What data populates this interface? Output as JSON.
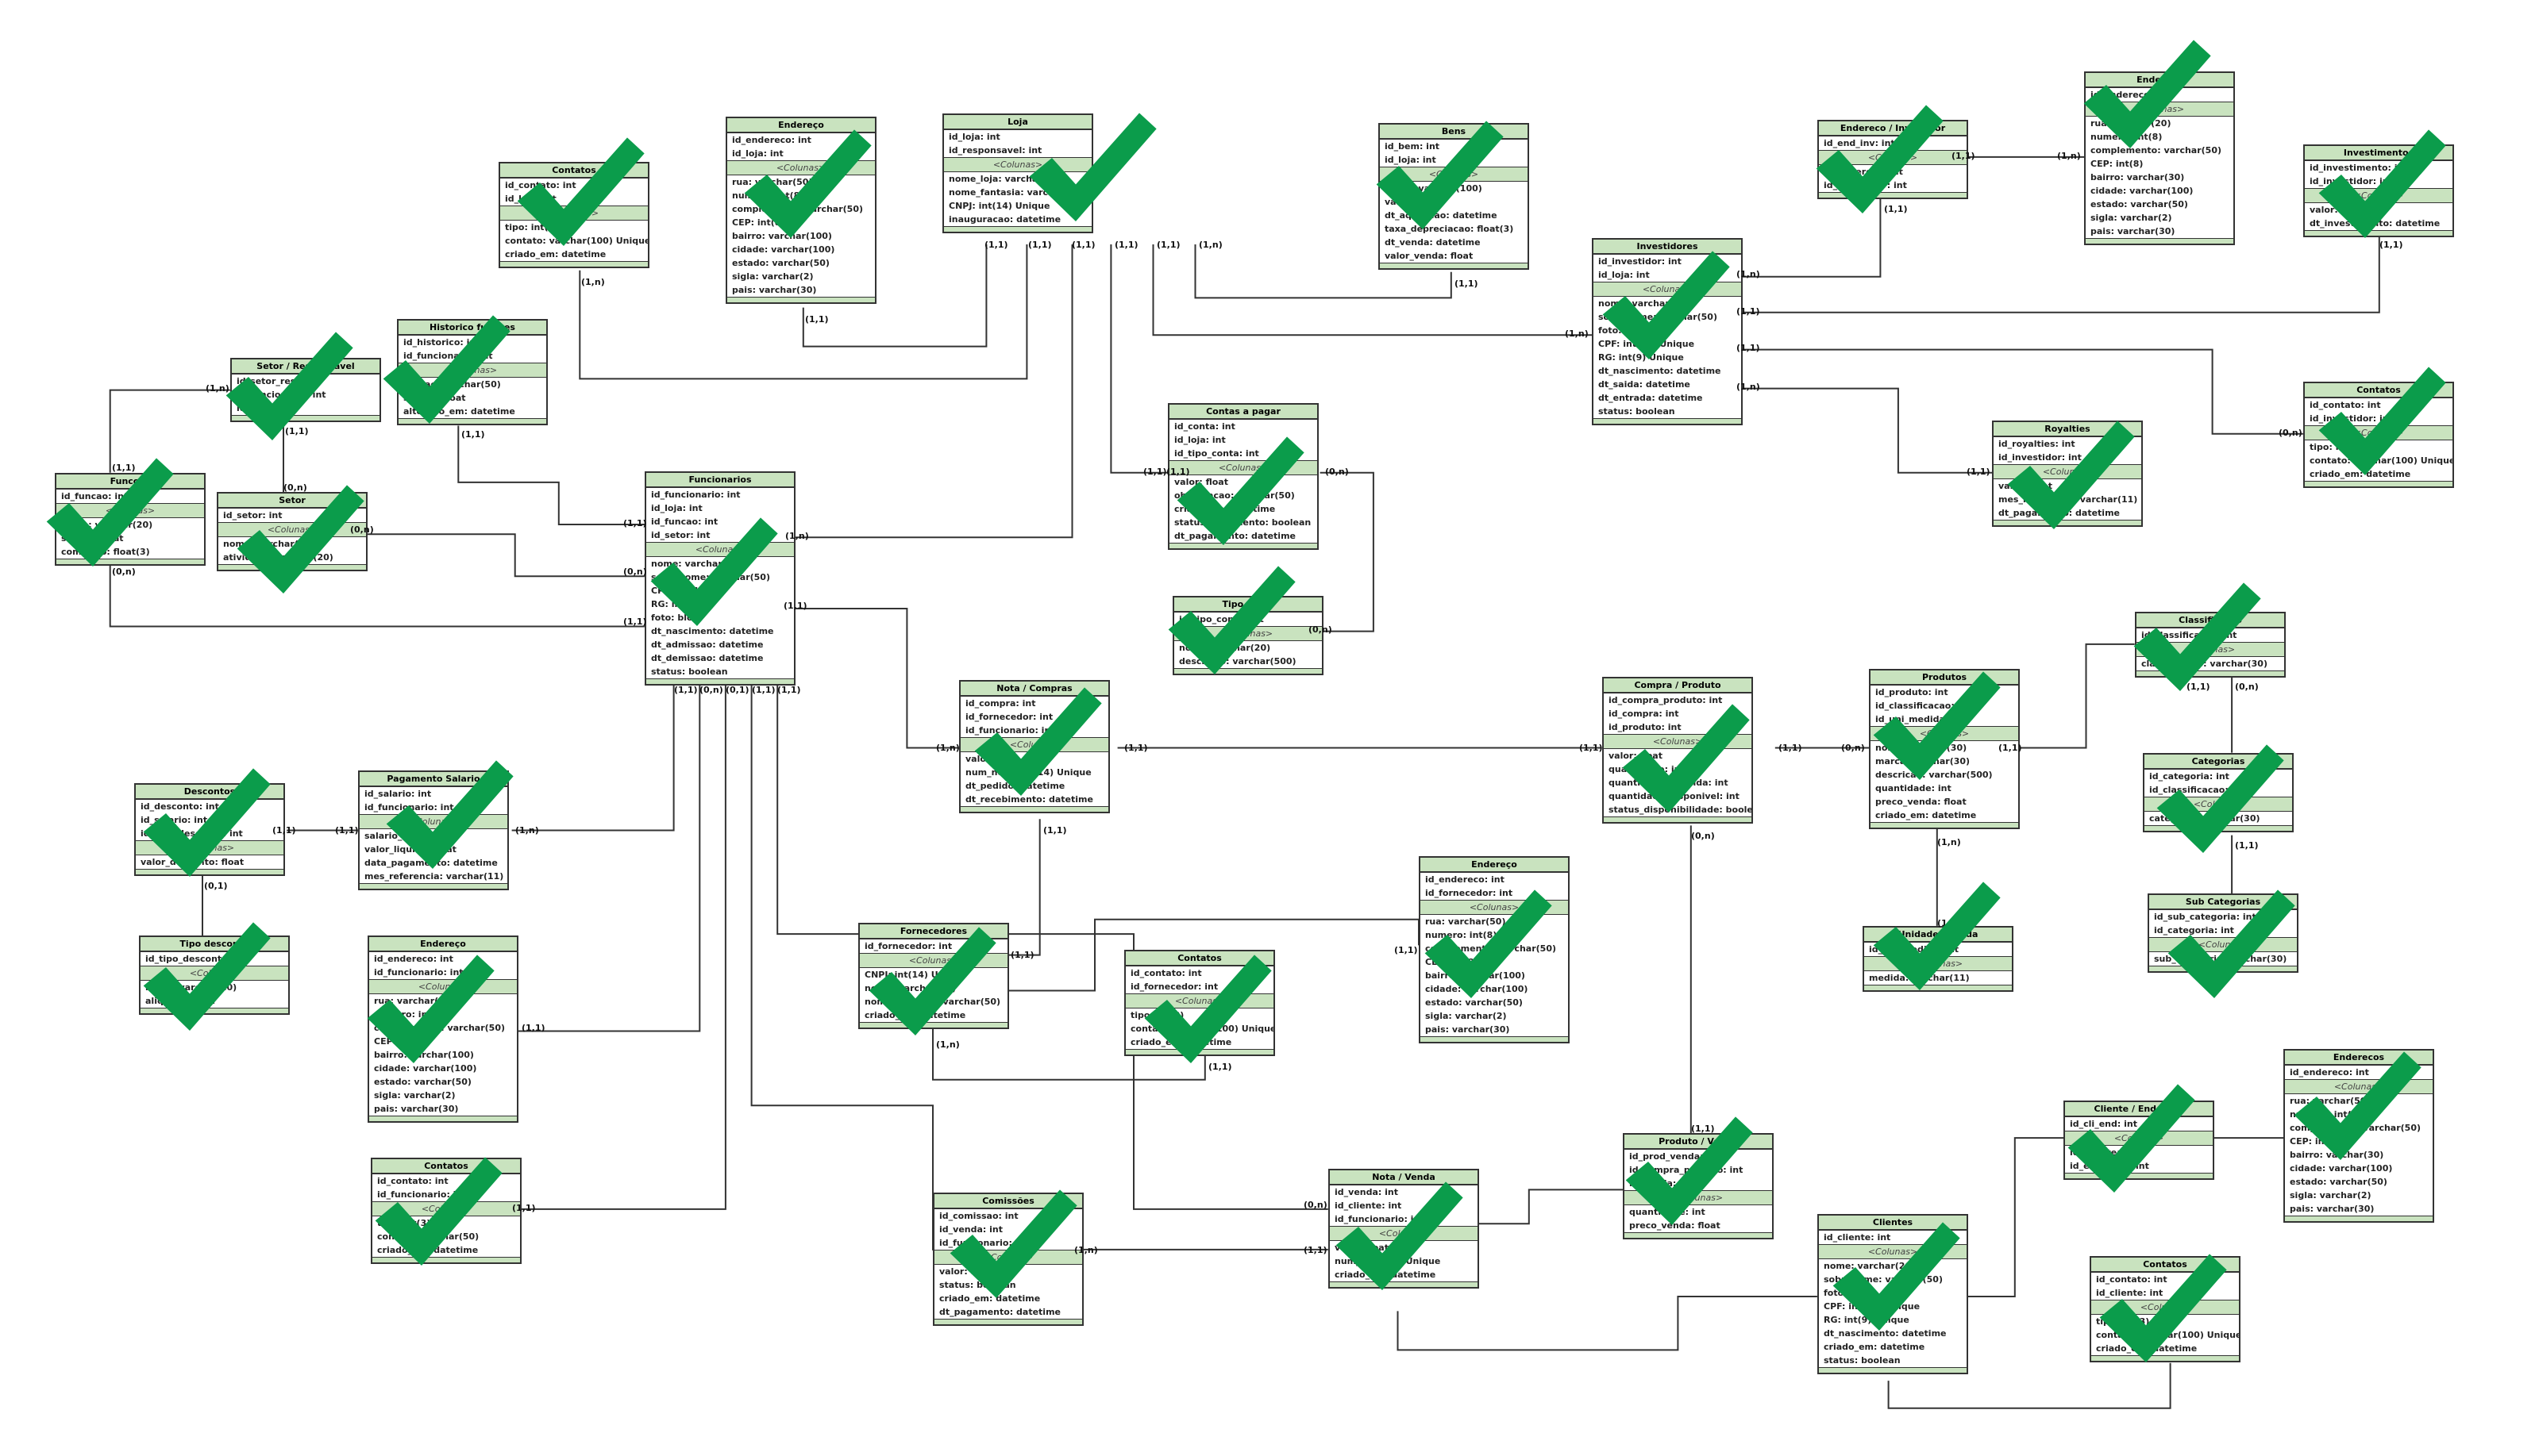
{
  "colors": {
    "header": "#c9e3bf",
    "check": "#0b9c4b",
    "line": "#333333"
  },
  "icons": {
    "check": "check-icon",
    "primary_key": "key-icon",
    "foreign_key": "foreign-key-icon"
  },
  "diagram": {
    "columns_sep": "<Colunas>",
    "entities": [
      {
        "name": "Contatos",
        "rows": [
          "id_contato: int",
          "id_loja: int",
          "<Colunas>",
          "tipo: int(3)",
          "contato: varchar(100) Unique",
          "criado_em: datetime"
        ]
      },
      {
        "name": "Endereço",
        "rows": [
          "id_endereco: int",
          "id_loja: int",
          "<Colunas>",
          "rua: varchar(50)",
          "numero: int(8)",
          "complemento: varchar(50)",
          "CEP: int(8)",
          "bairro: varchar(100)",
          "cidade: varchar(100)",
          "estado: varchar(50)",
          "sigla: varchar(2)",
          "pais: varchar(30)"
        ]
      },
      {
        "name": "Loja",
        "rows": [
          "id_loja: int",
          "id_responsavel: int",
          "<Colunas>",
          "nome_loja: varchar(50)",
          "nome_fantasia: varchar(50)",
          "CNPJ: int(14) Unique",
          "inauguracao: datetime"
        ]
      },
      {
        "name": "Bens",
        "rows": [
          "id_bem: int",
          "id_loja: int",
          "<Colunas>",
          "nome: varchar(100)",
          "valor: float",
          "dt_aquisicao: datetime",
          "taxa_depreciacao: float(3)",
          "dt_venda: datetime",
          "valor_venda: float"
        ]
      },
      {
        "name": "Endereco / Investidor",
        "rows": [
          "id_end_inv: int",
          "<Colunas>",
          "id_endereco: int",
          "id_investidor: int"
        ]
      },
      {
        "name": "Endereco",
        "rows": [
          "id_endereco: int",
          "<Colunas>",
          "rua: varchar(20)",
          "numero: int(8)",
          "complemento: varchar(50)",
          "CEP: int(8)",
          "bairro: varchar(30)",
          "cidade: varchar(100)",
          "estado: varchar(50)",
          "sigla: varchar(2)",
          "pais: varchar(30)"
        ]
      },
      {
        "name": "Investimentos",
        "rows": [
          "id_investimento: int",
          "id_investidor: int",
          "<Colunas>",
          "valor: float",
          "dt_investimento: datetime"
        ]
      },
      {
        "name": "Historico funcoes",
        "rows": [
          "id_historico: int",
          "id_funcionario: int",
          "<Colunas>",
          "funcao: varchar(50)",
          "salario: float",
          "alterado_em: datetime"
        ]
      },
      {
        "name": "Setor / Responsavel",
        "rows": [
          "id_setor_resp: int",
          "id_funcionario: int",
          "id_setor: int"
        ]
      },
      {
        "name": "Investidores",
        "rows": [
          "id_investidor: int",
          "id_loja: int",
          "<Colunas>",
          "nome: varchar(20)",
          "sobrenome: varchar(50)",
          "foto: blob",
          "CPF: int(11) Unique",
          "RG: int(9) Unique",
          "dt_nascimento: datetime",
          "dt_saida: datetime",
          "dt_entrada: datetime",
          "status: boolean"
        ]
      },
      {
        "name": "Contas a pagar",
        "rows": [
          "id_conta: int",
          "id_loja: int",
          "id_tipo_conta: int",
          "<Colunas>",
          "valor: float",
          "observacao: varchar(50)",
          "criado_em: datetime",
          "status_pagamento: boolean",
          "dt_pagamento: datetime"
        ]
      },
      {
        "name": "Royalties",
        "rows": [
          "id_royalties: int",
          "id_investidor: int",
          "<Colunas>",
          "valor: float",
          "mes_referencia: varchar(11)",
          "dt_pagamento: datetime"
        ]
      },
      {
        "name": "Contatos",
        "rows": [
          "id_contato: int",
          "id_investidor: int",
          "<Colunas>",
          "tipo: int(3)",
          "contato: varchar(100) Unique",
          "criado_em: datetime"
        ]
      },
      {
        "name": "Funcoes",
        "rows": [
          "id_funcao: int",
          "<Colunas>",
          "nome: varchar(20)",
          "salario: float",
          "comissao: float(3)"
        ]
      },
      {
        "name": "Setor",
        "rows": [
          "id_setor: int",
          "<Colunas>",
          "nome: varchar(20)",
          "atividade: varchar(20)"
        ]
      },
      {
        "name": "Funcionarios",
        "rows": [
          "id_funcionario: int",
          "id_loja: int",
          "id_funcao: int",
          "id_setor: int",
          "<Colunas>",
          "nome: varchar(20)",
          "sobrenome: varchar(50)",
          "CPF: int(11)",
          "RG: int(9)",
          "foto: blob",
          "dt_nascimento: datetime",
          "dt_admissao: datetime",
          "dt_demissao: datetime",
          "status: boolean"
        ]
      },
      {
        "name": "Tipo conta",
        "rows": [
          "id_tipo_conta: int",
          "<Colunas>",
          "nome: varchar(20)",
          "descricao: varchar(500)"
        ]
      },
      {
        "name": "Classificação",
        "rows": [
          "id_classificacao: int",
          "<Colunas>",
          "classificacao: varchar(30)"
        ]
      },
      {
        "name": "Nota / Compras",
        "rows": [
          "id_compra: int",
          "id_fornecedor: int",
          "id_funcionario: int",
          "<Colunas>",
          "valor: float",
          "num_nota: int(14) Unique",
          "dt_pedido: datetime",
          "dt_recebimento: datetime"
        ]
      },
      {
        "name": "Compra / Produto",
        "rows": [
          "id_compra_produto: int",
          "id_compra: int",
          "id_produto: int",
          "<Colunas>",
          "valor: float",
          "quantidade: int",
          "quantidade_vendida: int",
          "quantidade_disponivel: int",
          "status_disponibilidade: boolean"
        ]
      },
      {
        "name": "Produtos",
        "rows": [
          "id_produto: int",
          "id_classificacao: int",
          "id_uni_medida: int",
          "<Colunas>",
          "nome: varchar(30)",
          "marca: varchar(30)",
          "descricao: varchar(500)",
          "quantidade: int",
          "preco_venda: float",
          "criado_em: datetime"
        ]
      },
      {
        "name": "Categorias",
        "rows": [
          "id_categoria: int",
          "id_classificacao: int",
          "<Colunas>",
          "categoria: varchar(30)"
        ]
      },
      {
        "name": "Descontos",
        "rows": [
          "id_desconto: int",
          "id_salario: int",
          "id_tipo_desconto: int",
          "<Colunas>",
          "valor_desconto: float"
        ]
      },
      {
        "name": "Pagamento Salario",
        "rows": [
          "id_salario: int",
          "id_funcionario: int",
          "<Colunas>",
          "salario_bruto: float",
          "valor_liquido: float",
          "data_pagamento: datetime",
          "mes_referencia: varchar(11)"
        ]
      },
      {
        "name": "Endereço",
        "rows": [
          "id_endereco: int",
          "id_fornecedor: int",
          "<Colunas>",
          "rua: varchar(50)",
          "numero: int(8)",
          "complemento: varchar(50)",
          "CEP: int(8)",
          "bairro: varchar(100)",
          "cidade: varchar(100)",
          "estado: varchar(50)",
          "sigla: varchar(2)",
          "pais: varchar(30)"
        ]
      },
      {
        "name": "Sub Categorias",
        "rows": [
          "id_sub_categoria: int",
          "id_categoria: int",
          "<Colunas>",
          "sub_categoria: varchar(30)"
        ]
      },
      {
        "name": "Tipo desconto",
        "rows": [
          "id_tipo_desconto: int",
          "<Colunas>",
          "nome: varchar(20)",
          "aliquota: float"
        ]
      },
      {
        "name": "Fornecedores",
        "rows": [
          "id_fornecedor: int",
          "<Colunas>",
          "CNPJ: int(14) Unique",
          "nome: varchar(50)",
          "nome_fantasia: varchar(50)",
          "criado_em: datetime"
        ]
      },
      {
        "name": "Contatos",
        "rows": [
          "id_contato: int",
          "id_fornecedor: int",
          "<Colunas>",
          "tipo: int(3)",
          "contato: varchar(100) Unique",
          "criado_em: datetime"
        ]
      },
      {
        "name": "Unidade medida",
        "rows": [
          "id_uni_medida: int",
          "<Colunas>",
          "medida: varchar(11)"
        ]
      },
      {
        "name": "Endereço",
        "rows": [
          "id_endereco: int",
          "id_funcionario: int",
          "<Colunas>",
          "rua: varchar(50)",
          "numero: int(8)",
          "complemento: varchar(50)",
          "CEP: int(8)",
          "bairro: varchar(100)",
          "cidade: varchar(100)",
          "estado: varchar(50)",
          "sigla: varchar(2)",
          "pais: varchar(30)"
        ]
      },
      {
        "name": "Enderecos",
        "rows": [
          "id_endereco: int",
          "<Colunas>",
          "rua: varchar(50)",
          "numero: int(8)",
          "complemento: varchar(50)",
          "CEP: int(8)",
          "bairro: varchar(30)",
          "cidade: varchar(100)",
          "estado: varchar(50)",
          "sigla: varchar(2)",
          "pais: varchar(30)"
        ]
      },
      {
        "name": "Cliente / Endereco",
        "rows": [
          "id_cli_end: int",
          "<Colunas>",
          "id_cliente: int",
          "id_endereco: int"
        ]
      },
      {
        "name": "Produto / Venda",
        "rows": [
          "id_prod_venda: int",
          "id_compra_produto: int",
          "id_venda: int",
          "<Colunas>",
          "quantidade: int",
          "preco_venda: float"
        ]
      },
      {
        "name": "Contatos",
        "rows": [
          "id_contato: int",
          "id_funcionario: int",
          "<Colunas>",
          "tipo: int(3)",
          "contato: varchar(50)",
          "criado_em: datetime"
        ]
      },
      {
        "name": "Comissões",
        "rows": [
          "id_comissao: int",
          "id_venda: int",
          "id_funcionario: int",
          "<Colunas>",
          "valor: float",
          "status: boolean",
          "criado_em: datetime",
          "dt_pagamento: datetime"
        ]
      },
      {
        "name": "Nota / Venda",
        "rows": [
          "id_venda: int",
          "id_cliente: int",
          "id_funcionario: int",
          "<Colunas>",
          "valor: float",
          "num_nota: int Unique",
          "criado_em: datetime"
        ]
      },
      {
        "name": "Clientes",
        "rows": [
          "id_cliente: int",
          "<Colunas>",
          "nome: varchar(20)",
          "sobrenome: varchar(50)",
          "foto: blob",
          "CPF: int(11) Unique",
          "RG: int(9) Unique",
          "dt_nascimento: datetime",
          "criado_em: datetime",
          "status: boolean"
        ]
      },
      {
        "name": "Contatos",
        "rows": [
          "id_contato: int",
          "id_cliente: int",
          "<Colunas>",
          "tipo: int(3)",
          "contato: varchar(100) Unique",
          "criado_em: datetime"
        ]
      }
    ],
    "cardinality_labels": [
      "(1,n)",
      "(1,1)",
      "(1,1)",
      "(1,1)",
      "(1,1)",
      "(1,1)",
      "(1,1)",
      "(1,n)",
      "(1,n)",
      "(1,1)",
      "(1,n)",
      "(1,1)",
      "(1,1)",
      "(1,n)",
      "(1,1)",
      "(1,n)",
      "(1,1)",
      "(1,1)",
      "(1,1)",
      "(0,n)",
      "(1,n)",
      "(1,1)",
      "(1,n)",
      "(1,1)",
      "(0,n)",
      "(1,1)",
      "(0,n)",
      "(0,n)",
      "(1,1)",
      "(0,n)",
      "(1,1)",
      "(1,1)",
      "(1,1)",
      "(1,n)",
      "(1,1)",
      "(0,n)",
      "(1,1)",
      "(0,n)",
      "(1,1)",
      "(1,1)",
      "(0,n)",
      "(1,1)",
      "(1,1)",
      "(0,n)",
      "(1,1)",
      "(1,n)",
      "(1,1)",
      "(0,n)",
      "(1,1)",
      "(1,1)",
      "(1,1)",
      "(1,1)",
      "(1,n)",
      "(1,1)",
      "(1,1)",
      "(0,n)",
      "(0,1)",
      "(1,1)",
      "(1,1)",
      "(1,n)",
      "(1,1)",
      "(1,1)",
      "(0,1)",
      "(1,1)",
      "(1,1)",
      "(1,n)",
      "(1,1)",
      "(0,n)"
    ]
  }
}
